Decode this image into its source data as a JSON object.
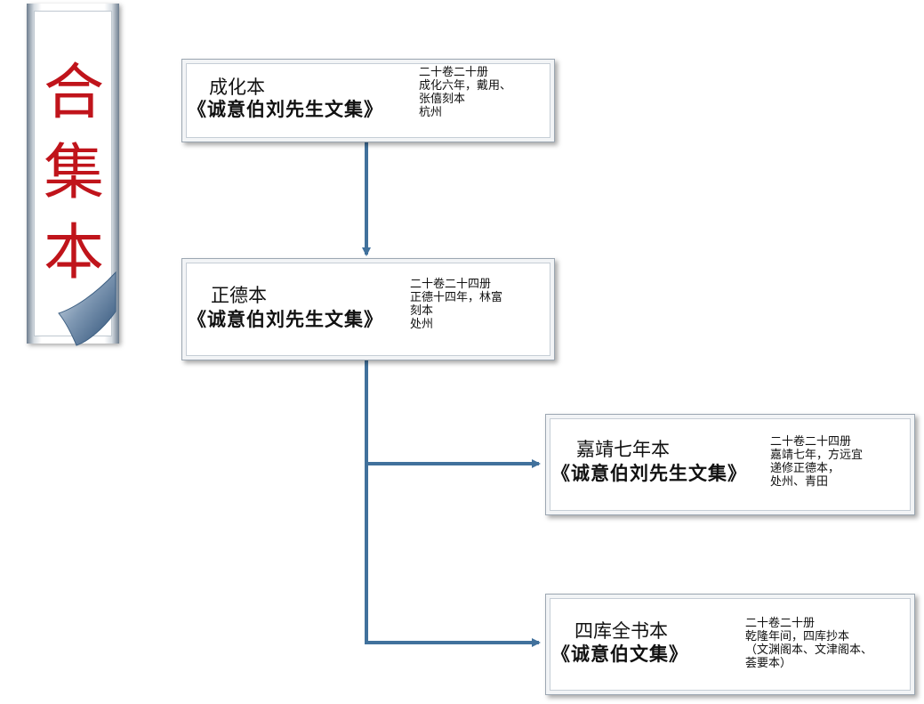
{
  "banner": {
    "chars": [
      "合",
      "集",
      "本"
    ],
    "color": "#c0141b"
  },
  "connector_color": "#41719c",
  "boxes": [
    {
      "edition": "成化本",
      "title": "《诚意伯刘先生文集》",
      "details": [
        "二十卷二十册",
        "成化六年，戴用、",
        "张僖刻本",
        "杭州"
      ]
    },
    {
      "edition": "正德本",
      "title": "《诚意伯刘先生文集》",
      "details": [
        "二十卷二十四册",
        "正德十四年，林富",
        "刻本",
        "处州"
      ]
    },
    {
      "edition": "嘉靖七年本",
      "title": "《诚意伯刘先生文集》",
      "details": [
        "二十卷二十四册",
        "嘉靖七年，方远宜",
        "递修正德本，",
        "处州、青田"
      ]
    },
    {
      "edition": "四库全书本",
      "title": "《诚意伯文集》",
      "details": [
        "二十卷二十册",
        "乾隆年间，四库抄本",
        "（文渊阁本、文津阁本、",
        "荟要本）"
      ]
    }
  ]
}
